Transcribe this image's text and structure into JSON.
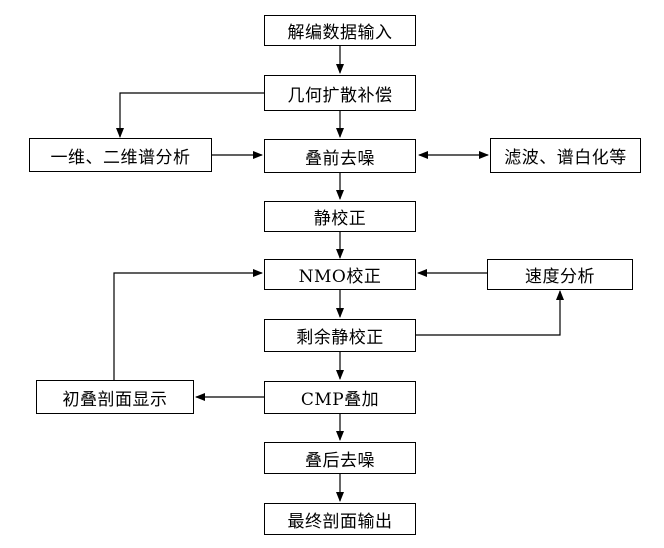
{
  "nodes": {
    "decode_input": "解编数据输入",
    "geo_spread": "几何扩散补偿",
    "spectrum": "一维、二维谱分析",
    "prestack_denoise": "叠前去噪",
    "filter_whiten": "滤波、谱白化等",
    "static_corr": "静校正",
    "nmo_corr": "NMO校正",
    "velocity_analysis": "速度分析",
    "residual_static": "剩余静校正",
    "initial_section": "初叠剖面显示",
    "cmp_stack": "CMP叠加",
    "poststack_denoise": "叠后去噪",
    "final_output": "最终剖面输出"
  },
  "edges": [
    [
      "decode_input",
      "geo_spread"
    ],
    [
      "geo_spread",
      "prestack_denoise"
    ],
    [
      "geo_spread",
      "spectrum"
    ],
    [
      "spectrum",
      "prestack_denoise"
    ],
    [
      "prestack_denoise",
      "filter_whiten"
    ],
    [
      "prestack_denoise",
      "static_corr"
    ],
    [
      "static_corr",
      "nmo_corr"
    ],
    [
      "velocity_analysis",
      "nmo_corr"
    ],
    [
      "nmo_corr",
      "residual_static"
    ],
    [
      "residual_static",
      "velocity_analysis"
    ],
    [
      "residual_static",
      "cmp_stack"
    ],
    [
      "cmp_stack",
      "initial_section"
    ],
    [
      "initial_section",
      "nmo_corr"
    ],
    [
      "cmp_stack",
      "poststack_denoise"
    ],
    [
      "poststack_denoise",
      "final_output"
    ]
  ]
}
